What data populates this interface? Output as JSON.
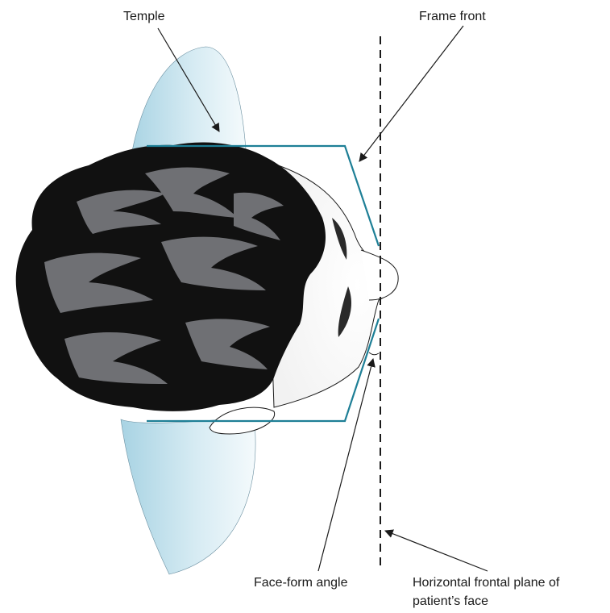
{
  "labels": {
    "temple": "Temple",
    "frame_front": "Frame front",
    "face_form_angle": "Face-form angle",
    "frontal_plane_line1": "Horizontal frontal plane of",
    "frontal_plane_line2": "patient’s face"
  },
  "colors": {
    "frame": "#1e7f96",
    "hair": "#111111",
    "hair_highlight": "#6f7074",
    "shoulder_light": "#eaf5fa",
    "shoulder_dark": "#a8d3e3"
  }
}
